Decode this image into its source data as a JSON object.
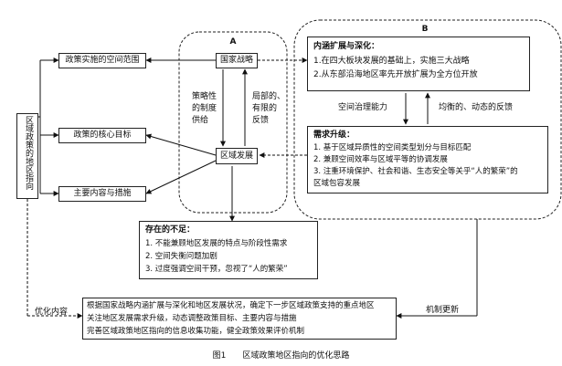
{
  "labels": {
    "a": "A",
    "b": "B",
    "national_strategy": "国家战略",
    "regional_dev": "区域发展",
    "strategic_supply": [
      "策略性",
      "的制度",
      "供给"
    ],
    "local_feedback": [
      "局部的、",
      "有限的",
      "反馈"
    ],
    "spatial_capacity": "空间治理能力",
    "balanced_feedback": "均衡的、动态的反馈",
    "left_vertical": "区域政策的地区指向",
    "policy_scope": "政策实施的空间范围",
    "policy_core": "政策的核心目标",
    "main_content": "主要内容与措施",
    "optimize_content": "优化内容",
    "mechanism_update": "机制更新",
    "caption": "图1　　区域政策地区指向的优化思路"
  },
  "b_top": {
    "title": "内涵扩展与深化：",
    "lines": [
      "1.在四大板块发展的基础上，实施三大战略",
      "2.从东部沿海地区率先开放扩展为全方位开放"
    ]
  },
  "b_bottom": {
    "title": "需求升级：",
    "lines": [
      "1. 基于区域异质性的空间类型划分与目标匹配",
      "2. 兼顾空间效率与区域平等的协调发展",
      "3. 注重环境保护、社会和谐、生态安全等关乎“人的繁荣”的",
      "区域包容发展"
    ]
  },
  "shortfalls": {
    "title": "存在的不足：",
    "lines": [
      "1. 不能兼顾地区发展的特点与阶段性需求",
      "2. 空间失衡问题加剧",
      "3. 过度强调空间干预，忽视了“人的繁荣”"
    ]
  },
  "bottom": {
    "lines": [
      "根据国家战略内涵扩展与深化和地区发展状况，确定下一步区域政策支持的重点地区",
      "关注地区发展需求升级，动态调整政策目标、主要内容与措施",
      "完善区域政策地区指向的信息收集功能，健全政策效果评价机制"
    ]
  }
}
